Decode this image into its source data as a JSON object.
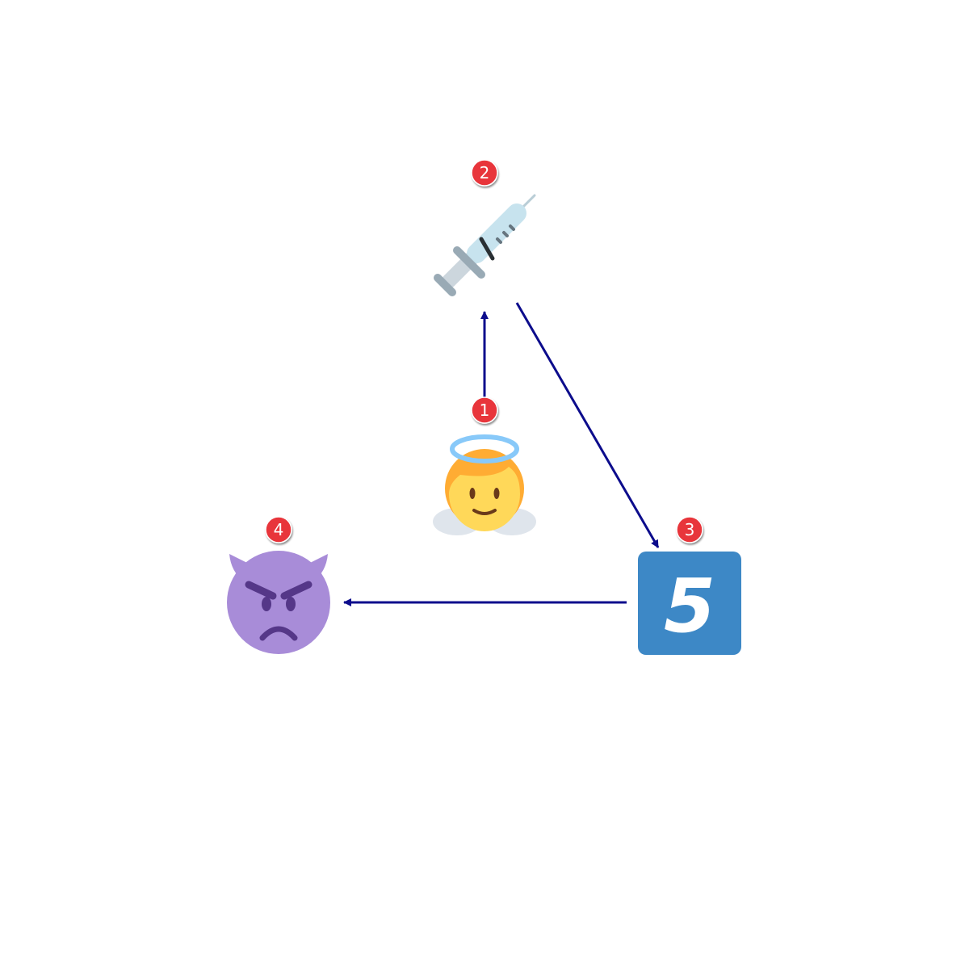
{
  "diagram": {
    "nodes": [
      {
        "id": "angel",
        "icon": "angel-face-icon",
        "badge": "1"
      },
      {
        "id": "syringe",
        "icon": "syringe-icon",
        "badge": "2"
      },
      {
        "id": "five",
        "icon": "keycap-five-icon",
        "badge": "3",
        "label": "5"
      },
      {
        "id": "devil",
        "icon": "angry-devil-face-icon",
        "badge": "4"
      }
    ],
    "edges": [
      {
        "from": "angel",
        "to": "syringe"
      },
      {
        "from": "syringe",
        "to": "five"
      },
      {
        "from": "five",
        "to": "devil"
      }
    ],
    "colors": {
      "edge": "#0c0c8c",
      "badge": "#e8363a",
      "five_tile": "#3d88c6",
      "devil": "#a88cd8",
      "angel_skin": "#ffd859",
      "angel_hair": "#ffac33",
      "halo": "#88c9f9"
    }
  }
}
